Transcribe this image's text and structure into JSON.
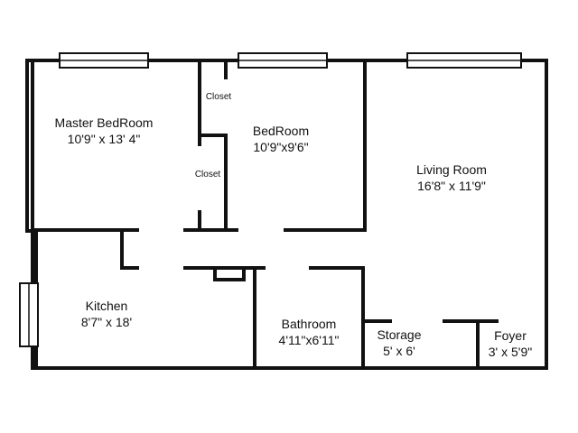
{
  "floor_plan": {
    "rooms": [
      {
        "id": "master",
        "name": "Master BedRoom",
        "dims": "10'9\" x 13' 4\""
      },
      {
        "id": "bedroom",
        "name": "BedRoom",
        "dims": "10'9\"x9'6\""
      },
      {
        "id": "living",
        "name": "Living Room",
        "dims": "16'8\" x 11'9\""
      },
      {
        "id": "kitchen",
        "name": "Kitchen",
        "dims": "8'7\" x 18'"
      },
      {
        "id": "bathroom",
        "name": "Bathroom",
        "dims": "4'11\"x6'11\""
      },
      {
        "id": "storage",
        "name": "Storage",
        "dims": "5' x 6'"
      },
      {
        "id": "foyer",
        "name": "Foyer",
        "dims": "3' x 5'9\""
      }
    ],
    "closets": [
      "Closet",
      "Closet"
    ],
    "colors": {
      "wall": "#111111",
      "background": "#ffffff"
    }
  }
}
